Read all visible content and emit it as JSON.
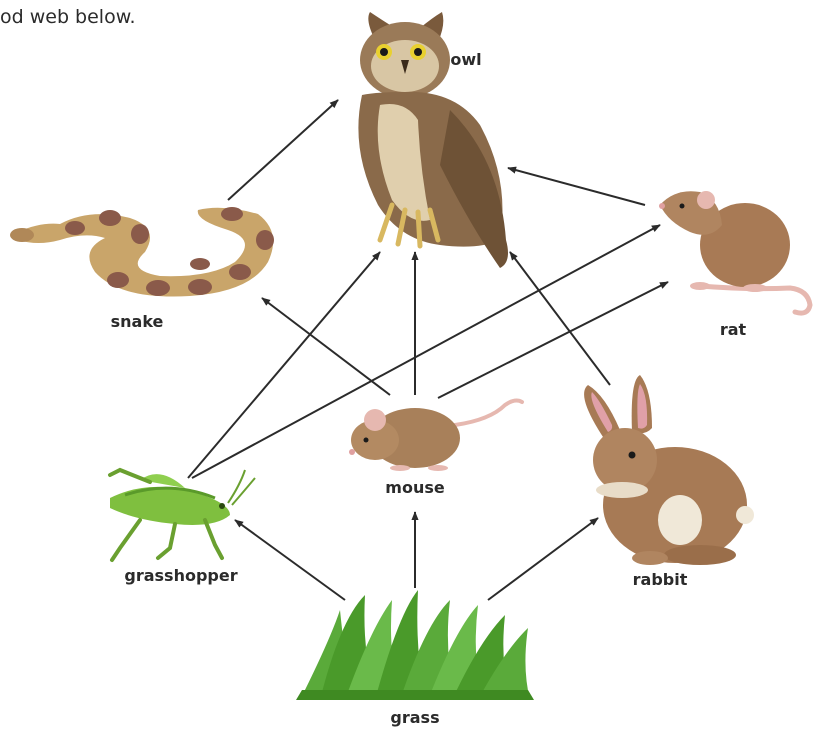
{
  "caption": "od web below.",
  "organisms": {
    "owl": "owl",
    "snake": "snake",
    "rat": "rat",
    "mouse": "mouse",
    "rabbit": "rabbit",
    "grasshopper": "grasshopper",
    "grass": "grass"
  },
  "food_links": [
    {
      "from": "snake",
      "to": "owl"
    },
    {
      "from": "rat",
      "to": "owl"
    },
    {
      "from": "mouse",
      "to": "owl"
    },
    {
      "from": "grasshopper",
      "to": "owl"
    },
    {
      "from": "rabbit",
      "to": "owl"
    },
    {
      "from": "grasshopper",
      "to": "rat"
    },
    {
      "from": "mouse",
      "to": "rat"
    },
    {
      "from": "mouse",
      "to": "snake"
    },
    {
      "from": "grass",
      "to": "grasshopper"
    },
    {
      "from": "grass",
      "to": "mouse"
    },
    {
      "from": "grass",
      "to": "rabbit"
    }
  ],
  "colors": {
    "arrow": "#2b2b2b",
    "owl": "#8a6a4a",
    "snake_dark": "#8a5a4a",
    "snake_light": "#c9a56a",
    "rat": "#a87a55",
    "mouse": "#a8805a",
    "rabbit": "#a77a55",
    "grasshopper": "#7fbf3f",
    "grass": "#5aaa3a"
  }
}
